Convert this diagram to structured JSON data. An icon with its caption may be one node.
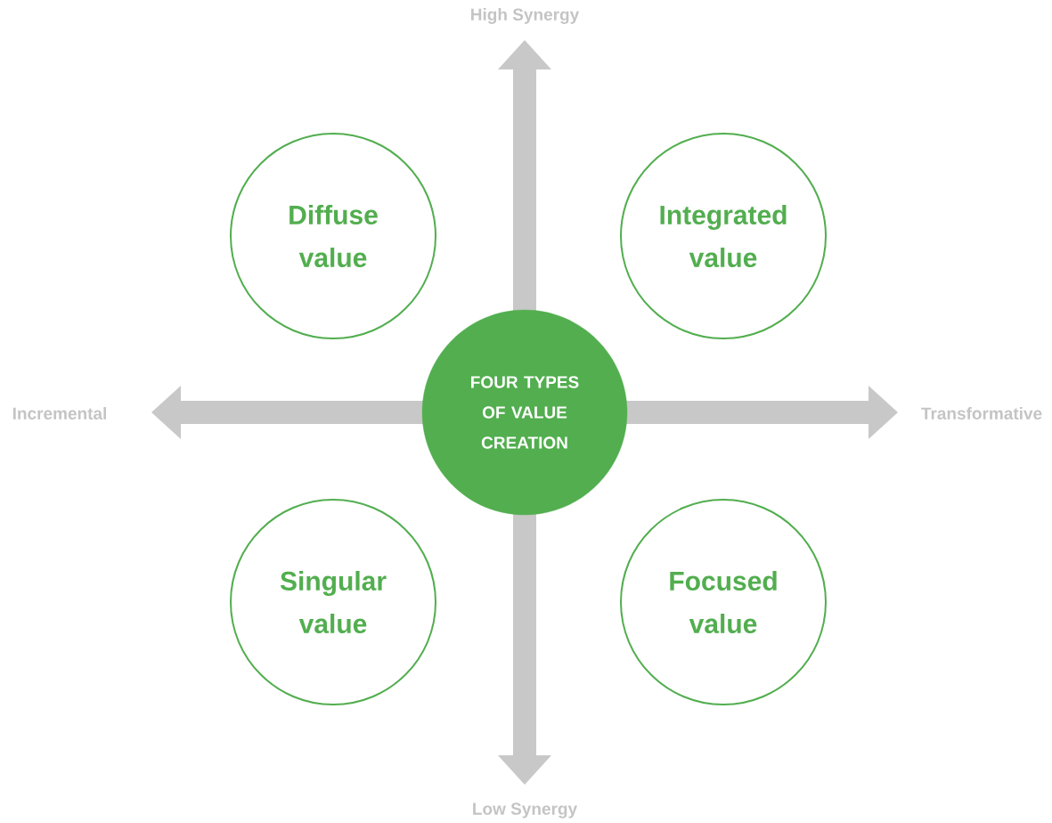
{
  "diagram": {
    "nodes": [
      {
        "text": [
          "Diffuse value"
        ]
      },
      {
        "text": [
          "Integrated value"
        ]
      },
      {
        "text": [
          "FOUR TYPES OF VALUE CREATION"
        ]
      },
      {
        "text": [
          "Singular value"
        ]
      },
      {
        "text": [
          "Focused value"
        ]
      }
    ],
    "labels": [
      "High Synergy",
      "Incremental",
      "Transformative",
      "Low Synergy"
    ]
  }
}
